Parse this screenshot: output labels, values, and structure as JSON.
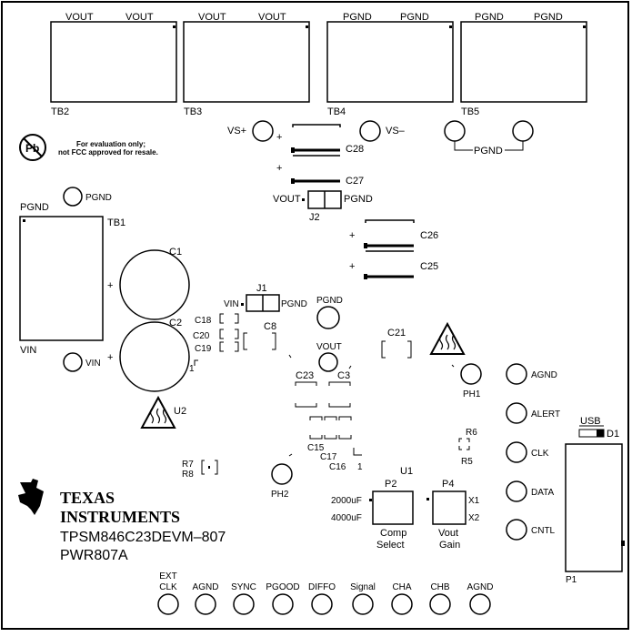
{
  "terminal_blocks": [
    {
      "name": "TB2",
      "pins": [
        "VOUT",
        "VOUT"
      ]
    },
    {
      "name": "TB3",
      "pins": [
        "VOUT",
        "VOUT"
      ]
    },
    {
      "name": "TB4",
      "pins": [
        "PGND",
        "PGND"
      ]
    },
    {
      "name": "TB5",
      "pins": [
        "PGND",
        "PGND"
      ]
    }
  ],
  "tb1": {
    "name": "TB1",
    "top_label": "PGND",
    "bottom_label": "VIN"
  },
  "notice": {
    "line1": "For evaluation only;",
    "line2": "not FCC approved for resale.",
    "pb_mark": "Pb"
  },
  "vs_pos": "VS+",
  "vs_neg": "VS–",
  "pgnd_pair": "PGND",
  "tp_pgnd_left": "PGND",
  "tp_vin": "VIN",
  "tp_pgnd_mid": "PGND",
  "tp_vout_mid": "VOUT",
  "tp_ph1": "PH1",
  "tp_ph2": "PH2",
  "plus": "+",
  "capacitors": {
    "c1": "C1",
    "c2": "C2",
    "c3": "C3",
    "c8": "C8",
    "c15": "C15",
    "c16": "C16",
    "c17": "C17",
    "c18": "C18",
    "c19": "C19",
    "c20": "C20",
    "c21": "C21",
    "c23": "C23",
    "c25": "C25",
    "c26": "C26",
    "c27": "C27",
    "c28": "C28"
  },
  "resistors": {
    "r5": "R5",
    "r6": "R6",
    "r7": "R7",
    "r8": "R8"
  },
  "pin1_a": "1",
  "pin1_b": "1",
  "j1": {
    "name": "J1",
    "left": "VIN",
    "right": "PGND"
  },
  "j2": {
    "name": "J2",
    "left": "VOUT",
    "right": "PGND"
  },
  "u1": "U1",
  "u2": "U2",
  "d1": "D1",
  "usb": "USB",
  "p1": "P1",
  "p2": {
    "name": "P2",
    "opt1": "2000uF",
    "opt2": "4000uF",
    "caption1": "Comp",
    "caption2": "Select"
  },
  "p4": {
    "name": "P4",
    "opt1": "X1",
    "opt2": "X2",
    "caption1": "Vout",
    "caption2": "Gain"
  },
  "right_tps": [
    "AGND",
    "ALERT",
    "CLK",
    "DATA",
    "CNTL"
  ],
  "bottom_tps": [
    {
      "line1": "EXT",
      "line2": "CLK"
    },
    {
      "line1": "",
      "line2": "AGND"
    },
    {
      "line1": "",
      "line2": "SYNC"
    },
    {
      "line1": "",
      "line2": "PGOOD"
    },
    {
      "line1": "",
      "line2": "DIFFO"
    },
    {
      "line1": "",
      "line2": "Signal"
    },
    {
      "line1": "",
      "line2": "CHA"
    },
    {
      "line1": "",
      "line2": "CHB"
    },
    {
      "line1": "",
      "line2": "AGND"
    }
  ],
  "logo": {
    "line1": "TEXAS",
    "line2": "INSTRUMENTS"
  },
  "board_name": "TPSM846C23DEVM–807",
  "board_code": "PWR807A"
}
